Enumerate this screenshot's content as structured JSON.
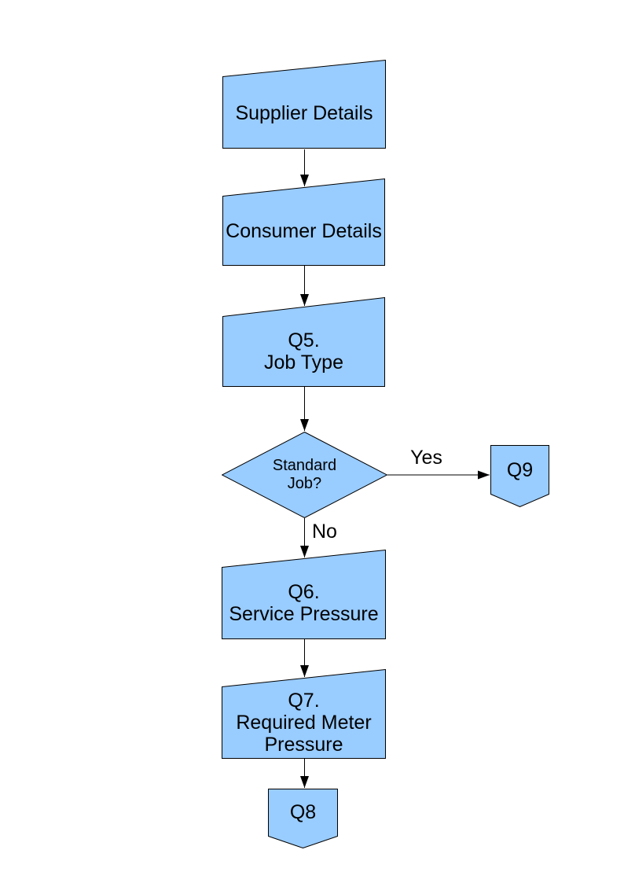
{
  "page": {
    "background": "#ffffff"
  },
  "diagram": {
    "shape_fill": "#99CCFF",
    "shape_stroke": "#000000",
    "text_color": "#000000",
    "nodes": [
      {
        "id": "supplier-details",
        "type": "manual-input",
        "label": "Supplier Details"
      },
      {
        "id": "consumer-details",
        "type": "manual-input",
        "label": "Consumer Details"
      },
      {
        "id": "q5-job-type",
        "type": "manual-input",
        "label": "Q5.\nJob Type"
      },
      {
        "id": "standard-job-decision",
        "type": "decision",
        "label": "Standard\nJob?"
      },
      {
        "id": "q9-connector",
        "type": "off-page-connector",
        "label": "Q9"
      },
      {
        "id": "q6-service-pressure",
        "type": "manual-input",
        "label": "Q6.\nService Pressure"
      },
      {
        "id": "q7-required-meter-pressure",
        "type": "manual-input",
        "label": "Q7.\nRequired Meter\nPressure"
      },
      {
        "id": "q8-connector",
        "type": "off-page-connector",
        "label": "Q8"
      }
    ],
    "edges": [
      {
        "from": "supplier-details",
        "to": "consumer-details",
        "label": ""
      },
      {
        "from": "consumer-details",
        "to": "q5-job-type",
        "label": ""
      },
      {
        "from": "q5-job-type",
        "to": "standard-job-decision",
        "label": ""
      },
      {
        "from": "standard-job-decision",
        "to": "q9-connector",
        "label": "Yes"
      },
      {
        "from": "standard-job-decision",
        "to": "q6-service-pressure",
        "label": "No"
      },
      {
        "from": "q6-service-pressure",
        "to": "q7-required-meter-pressure",
        "label": ""
      },
      {
        "from": "q7-required-meter-pressure",
        "to": "q8-connector",
        "label": ""
      }
    ],
    "edge_labels": {
      "yes": "Yes",
      "no": "No"
    }
  }
}
